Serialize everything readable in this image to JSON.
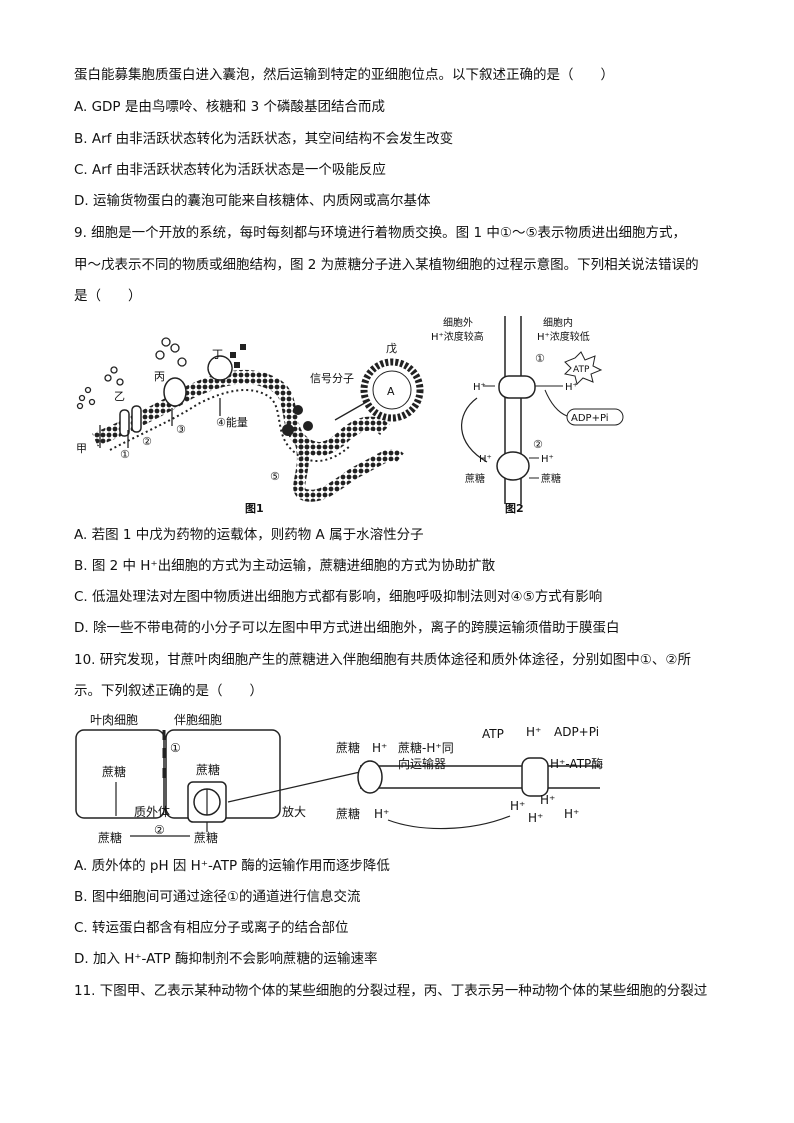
{
  "q8": {
    "stem_tail": "蛋白能募集胞质蛋白进入囊泡，然后运输到特定的亚细胞位点。以下叙述正确的是（　　）",
    "A": "A. GDP 是由鸟嘌呤、核糖和 3 个磷酸基团结合而成",
    "B": "B. Arf 由非活跃状态转化为活跃状态，其空间结构不会发生改变",
    "C": "C. Arf 由非活跃状态转化为活跃状态是一个吸能反应",
    "D": "D. 运输货物蛋白的囊泡可能来自核糖体、内质网或高尔基体"
  },
  "q9": {
    "stem_1": "9. 细胞是一个开放的系统，每时每刻都与环境进行着物质交换。图 1 中①～⑤表示物质进出细胞方式，",
    "stem_2": "甲～戊表示不同的物质或细胞结构，图 2 为蔗糖分子进入某植物细胞的过程示意图。下列相关说法错误的",
    "stem_3": "是（　　）",
    "fig1": {
      "caption": "图1",
      "labels": {
        "jia": "甲",
        "yi": "乙",
        "bing": "丙",
        "ding": "丁",
        "wu": "戊",
        "signal": "信号分子",
        "A": "A",
        "energy": "④能量",
        "n1": "①",
        "n2": "②",
        "n3": "③",
        "n5": "⑤"
      }
    },
    "fig2": {
      "caption": "图2",
      "outside_1": "细胞外",
      "outside_2": "H⁺浓度较高",
      "inside_1": "细胞内",
      "inside_2": "H⁺浓度较低",
      "atp": "ATP",
      "adp": "ADP+Pi",
      "h": "H⁺",
      "sucrose": "蔗糖",
      "n1": "①",
      "n2": "②"
    },
    "A": "A. 若图 1 中戊为药物的运载体，则药物 A 属于水溶性分子",
    "B": "B. 图 2 中 H⁺出细胞的方式为主动运输，蔗糖进细胞的方式为协助扩散",
    "C": "C. 低温处理法对左图中物质进出细胞方式都有影响，细胞呼吸抑制法则对④⑤方式有影响",
    "D": "D. 除一些不带电荷的小分子可以左图中甲方式进出细胞外，离子的跨膜运输须借助于膜蛋白"
  },
  "q10": {
    "stem_1": "10. 研究发现，甘蔗叶肉细胞产生的蔗糖进入伴胞细胞有共质体途径和质外体途径，分别如图中①、②所",
    "stem_2": "示。下列叙述正确的是（　　）",
    "fig": {
      "mesophyll": "叶肉细胞",
      "companion": "伴胞细胞",
      "n1": "①",
      "n2": "②",
      "sucrose": "蔗糖",
      "apoplast": "质外体",
      "enlarge": "放大",
      "cotransporter_1": "蔗糖-H⁺同",
      "cotransporter_2": "向运输器",
      "atp": "ATP",
      "adp": "ADP+Pi",
      "h": "H⁺",
      "atpase": "H⁺-ATP酶"
    },
    "A": "A. 质外体的 pH 因 H⁺-ATP 酶的运输作用而逐步降低",
    "B": "B. 图中细胞间可通过途径①的通道进行信息交流",
    "C": "C. 转运蛋白都含有相应分子或离子的结合部位",
    "D": "D. 加入 H⁺-ATP 酶抑制剂不会影响蔗糖的运输速率"
  },
  "q11": {
    "stem_1": "11. 下图甲、乙表示某种动物个体的某些细胞的分裂过程，丙、丁表示另一种动物个体的某些细胞的分裂过"
  }
}
